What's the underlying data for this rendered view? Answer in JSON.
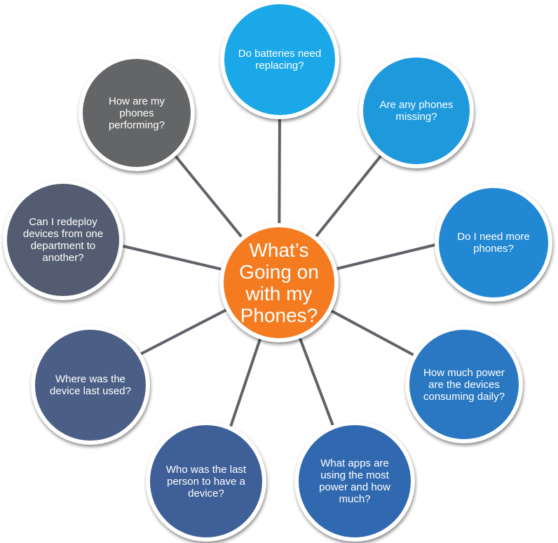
{
  "center": {
    "label": "What’s Going on with my Phones?",
    "color": "#f47b20"
  },
  "nodes": [
    {
      "label": "Do batteries need replacing?",
      "color": "#1aa8e8"
    },
    {
      "label": "Are any phones missing?",
      "color": "#1e99dc"
    },
    {
      "label": "Do I need more phones?",
      "color": "#2288d3"
    },
    {
      "label": "How much power are the devices consuming daily?",
      "color": "#2a78c2"
    },
    {
      "label": "What apps are using the most power and how much?",
      "color": "#3169b0"
    },
    {
      "label": "Who was the last person to have a device?",
      "color": "#3e5f98"
    },
    {
      "label": "Where was the device last used?",
      "color": "#4b5e86"
    },
    {
      "label": "Can I redeploy devices from one department to another?",
      "color": "#535c70"
    },
    {
      "label": "How are my phones performing?",
      "color": "#646567"
    }
  ],
  "colors": {
    "connector": "#5f6268",
    "node_border": "#ffffff",
    "text": "#ffffff"
  }
}
